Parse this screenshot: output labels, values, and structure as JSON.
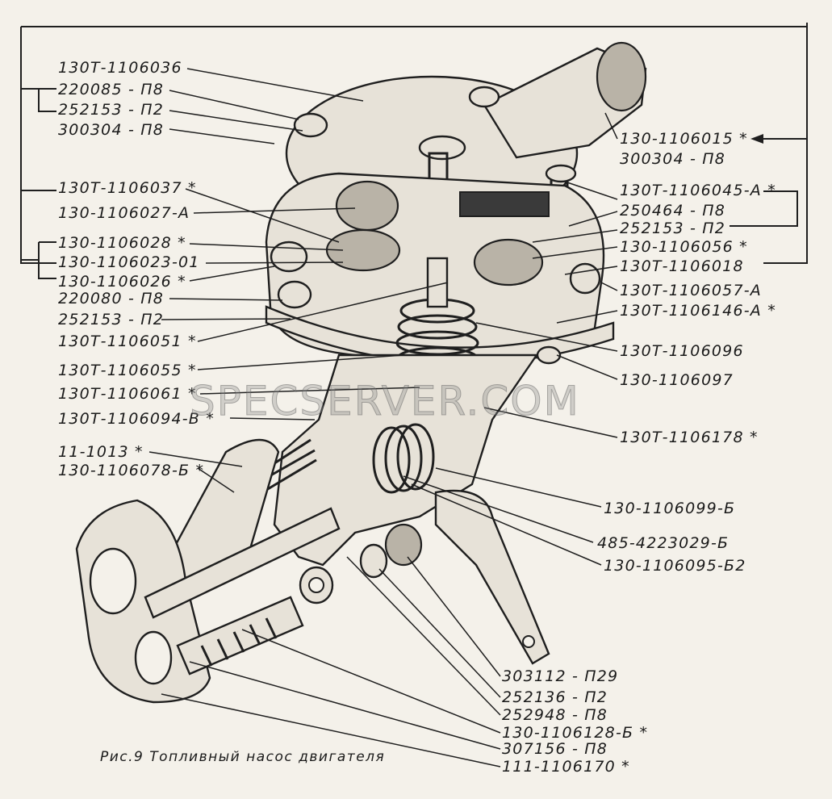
{
  "caption": "Рис.9 Топливный насос двигателя",
  "watermark": "SPECSERVER.COM",
  "labels": {
    "l1": "130Т-1106036",
    "l2": "220085 - П8",
    "l3": "252153 - П2",
    "l4": "300304 - П8",
    "l5": "130Т-1106037 *",
    "l6": "130-1106027-А",
    "l7": "130-1106028 *",
    "l8": "130-1106023-01",
    "l9": "130-1106026 *",
    "l10": "220080 - П8",
    "l11": "252153 - П2",
    "l12": "130Т-1106051 *",
    "l13": "130Т-1106055 *",
    "l14": "130Т-1106061 *",
    "l15": "130Т-1106094-В *",
    "l16": "11-1013 *",
    "l17": "130-1106078-Б *",
    "r1": "130-1106015 *",
    "r2": "300304 - П8",
    "r3": "130Т-1106045-А *",
    "r4": "250464 - П8",
    "r5": "252153 - П2",
    "r6": "130-1106056 *",
    "r7": "130Т-1106018",
    "r8": "130Т-1106057-А",
    "r9": "130Т-1106146-А *",
    "r10": "130Т-1106096",
    "r11": "130-1106097",
    "r12": "130Т-1106178 *",
    "r13": "130-1106099-Б",
    "r14": "485-4223029-Б",
    "r15": "130-1106095-Б2",
    "b1": "303112 - П29",
    "b2": "252136 - П2",
    "b3": "252948 - П8",
    "b4": "130-1106128-Б *",
    "b5": "307156 - П8",
    "b6": "111-1106170 *"
  },
  "colors": {
    "ink": "#1f1f1f",
    "paper": "#f4f1ea"
  }
}
